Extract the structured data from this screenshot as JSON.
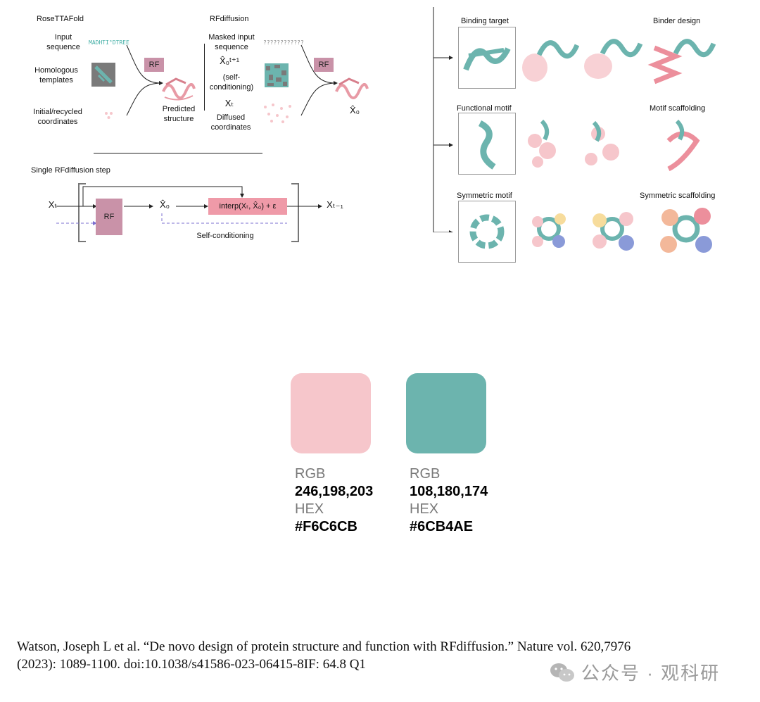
{
  "colors": {
    "pink": "#F6C6CB",
    "teal": "#6CB4AE",
    "rf_box": "#C992A8",
    "arrow_dashed": "#7b6fd1"
  },
  "figure": {
    "rosettafold": {
      "title": "RoseTTAFold",
      "input_sequence_label": "Input\nsequence",
      "sequence_text": "MADHTI°DTREE",
      "homologous_templates_label": "Homologous\ntemplates",
      "initial_coords_label": "Initial/recycled\ncoordinates",
      "rf_label": "RF",
      "predicted_structure_label": "Predicted\nstructure"
    },
    "rfdiffusion": {
      "title": "RFdiffusion",
      "masked_input_label": "Masked input\nsequence",
      "masked_sequence_text": "????????????",
      "x0_t1_symbol": "X̂₀ᵗ⁺¹",
      "self_conditioning_paren": "(self-\nconditioning)",
      "xt_symbol": "Xₜ",
      "diffused_coords_label": "Diffused\ncoordinates",
      "rf_label": "RF",
      "x0_hat": "X̂₀"
    },
    "single_step": {
      "title": "Single RFdiffusion step",
      "xt": "Xₜ",
      "rf_label": "RF",
      "x0_hat": "X̂₀",
      "interp_label": "interp(Xₜ, X̂₀) + ε",
      "xt_minus1": "Xₜ₋₁",
      "self_conditioning": "Self-conditioning"
    },
    "applications": [
      {
        "left_title": "Binding target",
        "right_title": "Binder design"
      },
      {
        "left_title": "Functional motif",
        "right_title": "Motif scaffolding"
      },
      {
        "left_title": "Symmetric motif",
        "right_title": "Symmetric scaffolding"
      }
    ]
  },
  "palette": [
    {
      "rgb_label": "RGB",
      "rgb_value": "246,198,203",
      "hex_label": "HEX",
      "hex_value": "#F6C6CB",
      "color": "#F6C6CB"
    },
    {
      "rgb_label": "RGB",
      "rgb_value": "108,180,174",
      "hex_label": "HEX",
      "hex_value": "#6CB4AE",
      "color": "#6CB4AE"
    }
  ],
  "citation": {
    "line1": "Watson, Joseph L et al. “De novo design of protein structure and function with RFdiffusion.” Nature vol. 620,7976",
    "line2": "(2023): 1089-1100. doi:10.1038/s41586-023-06415-8IF: 64.8 Q1"
  },
  "watermark": {
    "icon": "wechat-icon",
    "text": "公众号 · 观科研"
  }
}
